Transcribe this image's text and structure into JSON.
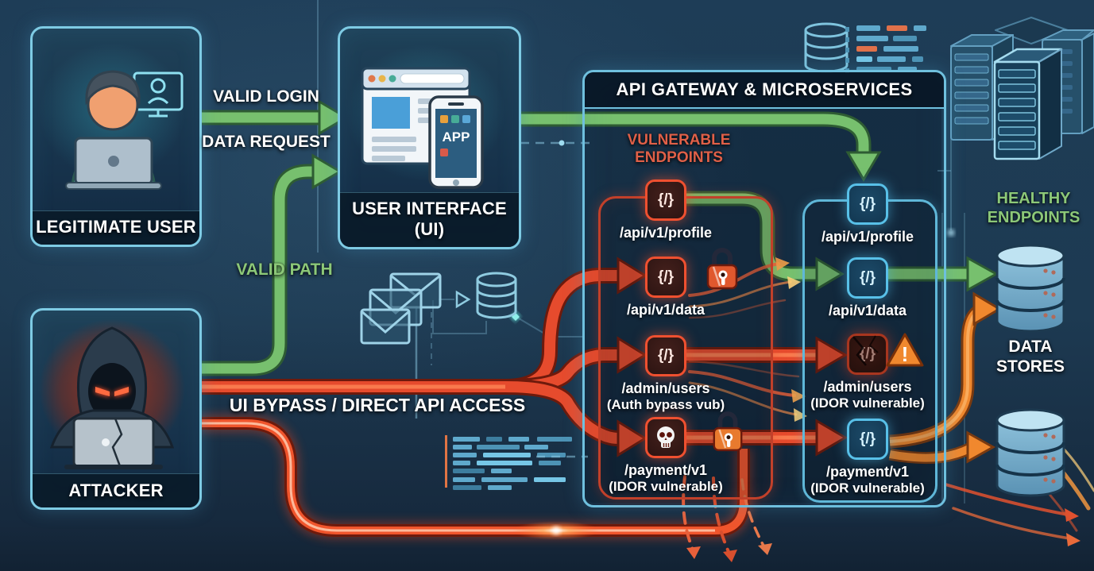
{
  "palette": {
    "background": "#1d3a52",
    "panel_border": "#6fc0de",
    "box_border": "#7ecbe4",
    "green_path": "#77c06e",
    "red_path": "#e64b2d",
    "orange_path": "#f0882e",
    "vulnerable_text": "#e06048",
    "healthy_text": "#8cc878",
    "endpoint_icon_red": "#ef5030",
    "endpoint_icon_blue": "#58c0e8"
  },
  "glyphs": {
    "code": "{/}",
    "warning": "!"
  },
  "nodes": {
    "legitimate_user": {
      "label": "LEGITIMATE USER"
    },
    "user_interface": {
      "label": "USER INTERFACE (UI)",
      "app_badge": "APP"
    },
    "attacker": {
      "label": "ATTACKER"
    },
    "healthy_label": "HEALTHY ENDPOINTS",
    "data_stores_label": "DATA STORES"
  },
  "edges": {
    "valid_login": "VALID LOGIN",
    "data_request": "DATA REQUEST",
    "valid_path": "VALID PATH",
    "ui_bypass": "UI BYPASS / DIRECT API ACCESS"
  },
  "gateway": {
    "title": "API GATEWAY & MICROSERVICES",
    "vulnerable_label": "VULNERABLE ENDPOINTS",
    "vulnerable_endpoints": [
      {
        "path": "/api/v1/profile",
        "note": ""
      },
      {
        "path": "/api/v1/data",
        "note": ""
      },
      {
        "path": "/admin/users",
        "note": "(Auth bypass vub)"
      },
      {
        "path": "/payment/v1",
        "note": "(IDOR vulnerable)"
      }
    ],
    "gateway_endpoints": [
      {
        "path": "/api/v1/profile",
        "note": ""
      },
      {
        "path": "/api/v1/data",
        "note": ""
      },
      {
        "path": "/admin/users",
        "note": "(IDOR vulnerable)"
      },
      {
        "path": "/payment/v1",
        "note": "(IDOR vulnerable)"
      }
    ]
  }
}
